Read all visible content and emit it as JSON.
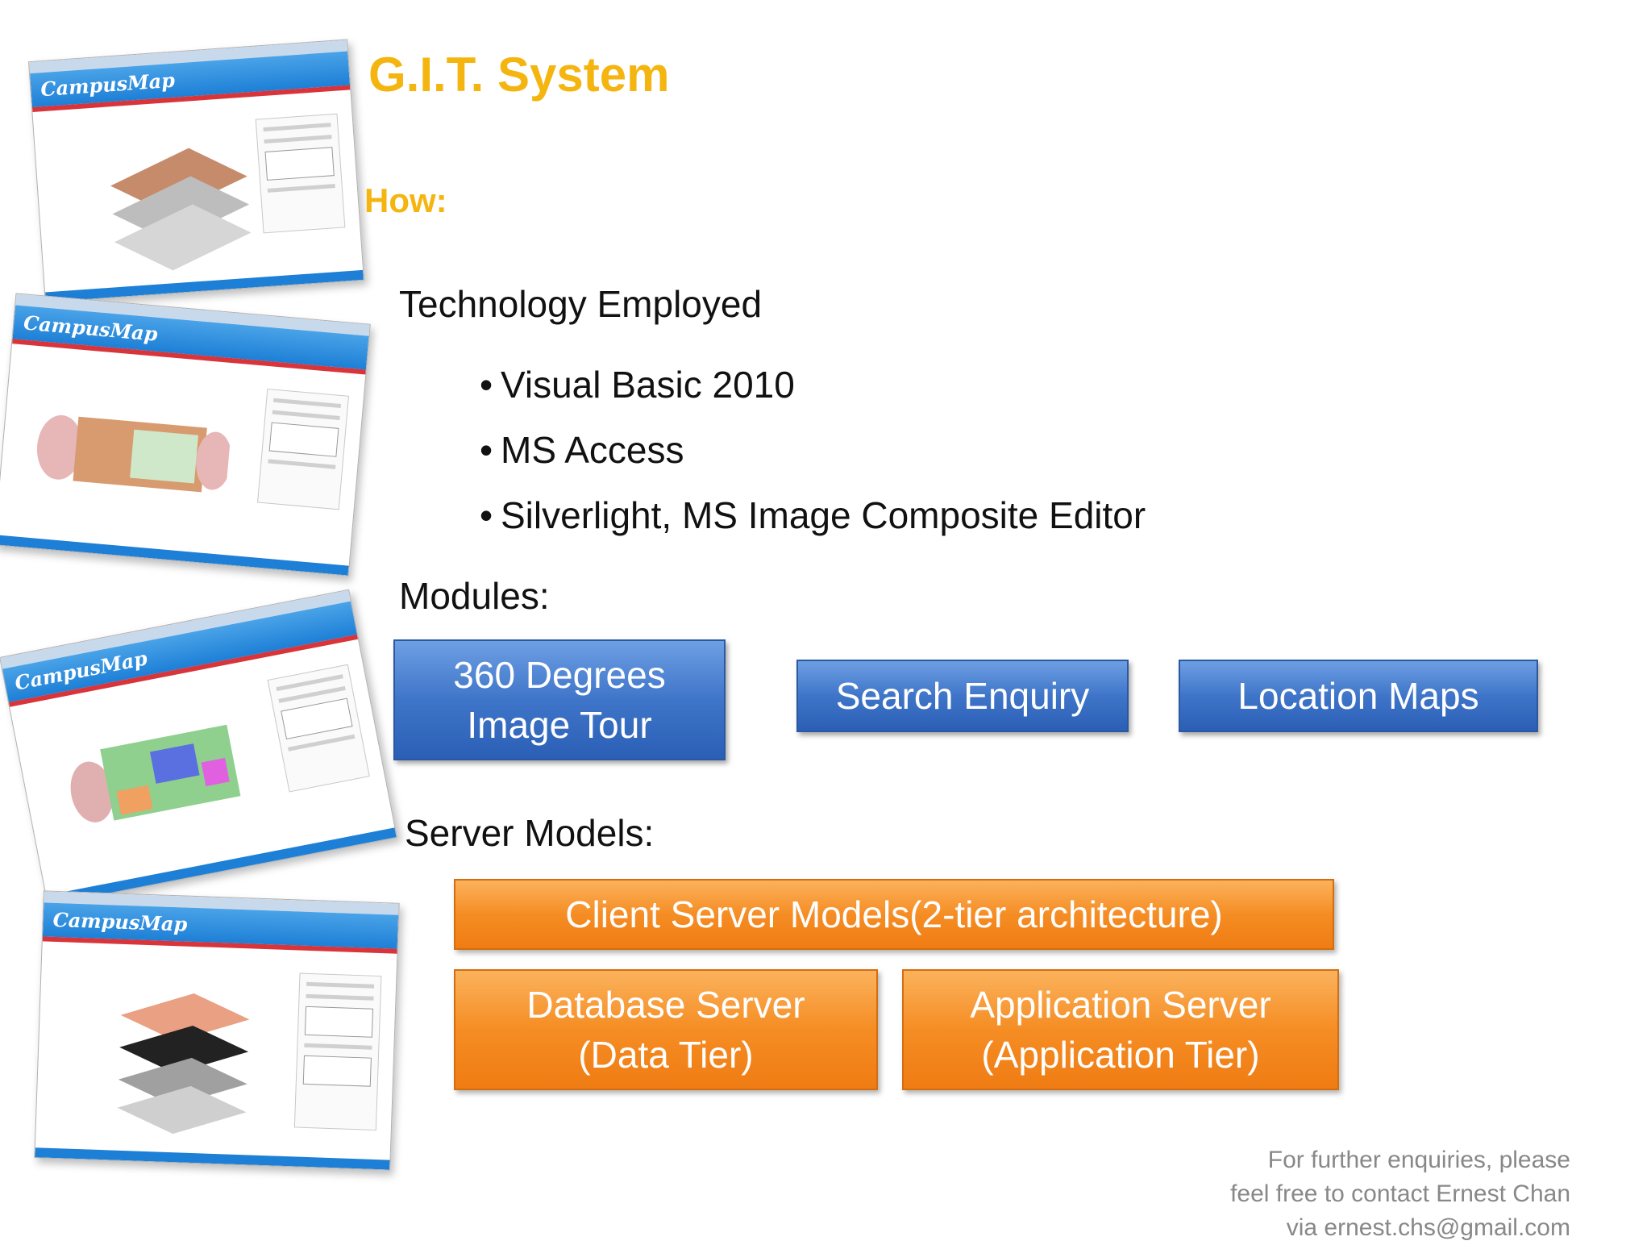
{
  "title": "G.I.T. System",
  "how_label": "How:",
  "technology": {
    "heading": "Technology Employed",
    "items": [
      "Visual Basic 2010",
      "MS Access",
      "Silverlight, MS Image Composite Editor"
    ]
  },
  "modules": {
    "heading": "Modules:",
    "boxes": [
      {
        "line1": "360 Degrees",
        "line2": "Image Tour"
      },
      {
        "line1": "Search Enquiry"
      },
      {
        "line1": "Location Maps"
      }
    ]
  },
  "server_models": {
    "heading": "Server Models:",
    "client_server": "Client Server Models(2-tier architecture)",
    "database": {
      "line1": "Database Server",
      "line2": "(Data Tier)"
    },
    "application": {
      "line1": "Application Server",
      "line2": "(Application Tier)"
    }
  },
  "footer": {
    "line1": "For further enquiries, please",
    "line2": "feel free to contact Ernest Chan",
    "line3": "via ernest.chs@gmail.com"
  },
  "thumbnails": {
    "app_title": "CampusMap"
  },
  "colors": {
    "title": "#f5b510",
    "module_box": "#3f75c9",
    "server_box": "#f58d24",
    "footer_text": "#888888"
  }
}
